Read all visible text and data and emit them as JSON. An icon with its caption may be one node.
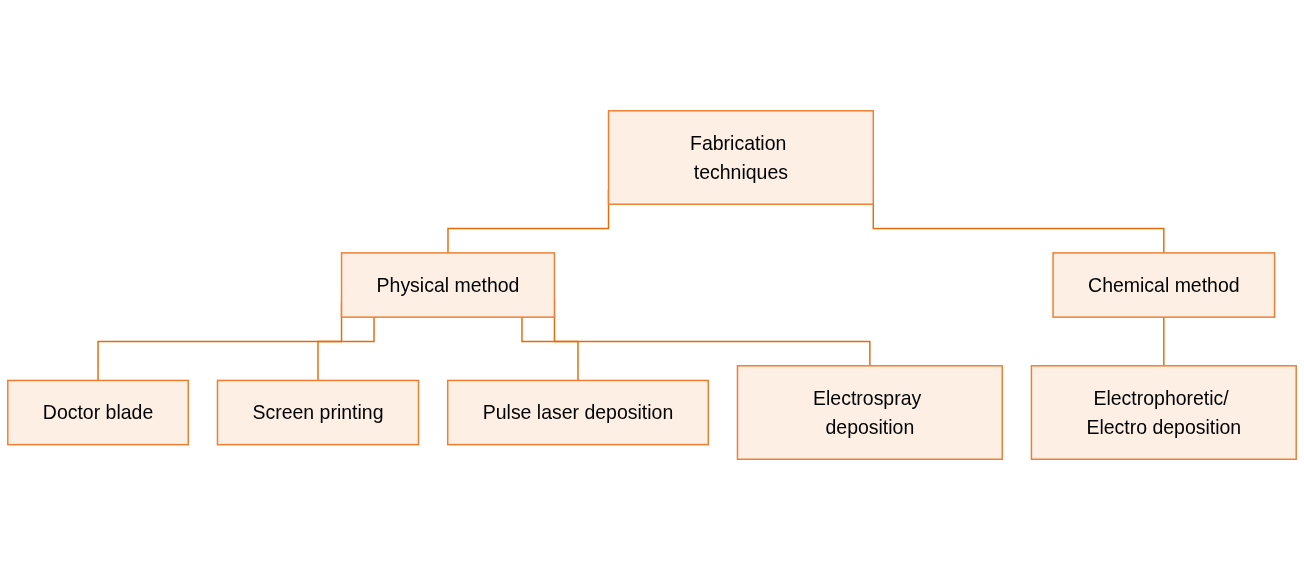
{
  "diagram": {
    "nodes": [
      {
        "text": [
          "Fabrication techniques"
        ]
      },
      {
        "text": [
          "Physical method"
        ]
      },
      {
        "text": [
          "Chemical method"
        ]
      },
      {
        "text": [
          "Doctor blade"
        ]
      },
      {
        "text": [
          "Screen printing"
        ]
      },
      {
        "text": [
          "Pulse laser deposition"
        ]
      },
      {
        "text": [
          "Electrospray deposition"
        ]
      },
      {
        "text": [
          "Electrophoretic/ Electro deposition"
        ]
      }
    ],
    "edges": [
      {
        "from": 0,
        "to": 1,
        "arrow": "none"
      },
      {
        "from": 0,
        "to": 2,
        "arrow": "none"
      },
      {
        "from": 1,
        "to": 3,
        "arrow": "none"
      },
      {
        "from": 1,
        "to": 4,
        "arrow": "none"
      },
      {
        "from": 1,
        "to": 5,
        "arrow": "none"
      },
      {
        "from": 1,
        "to": 6,
        "arrow": "none"
      },
      {
        "from": 2,
        "to": 7,
        "arrow": "none"
      }
    ]
  }
}
